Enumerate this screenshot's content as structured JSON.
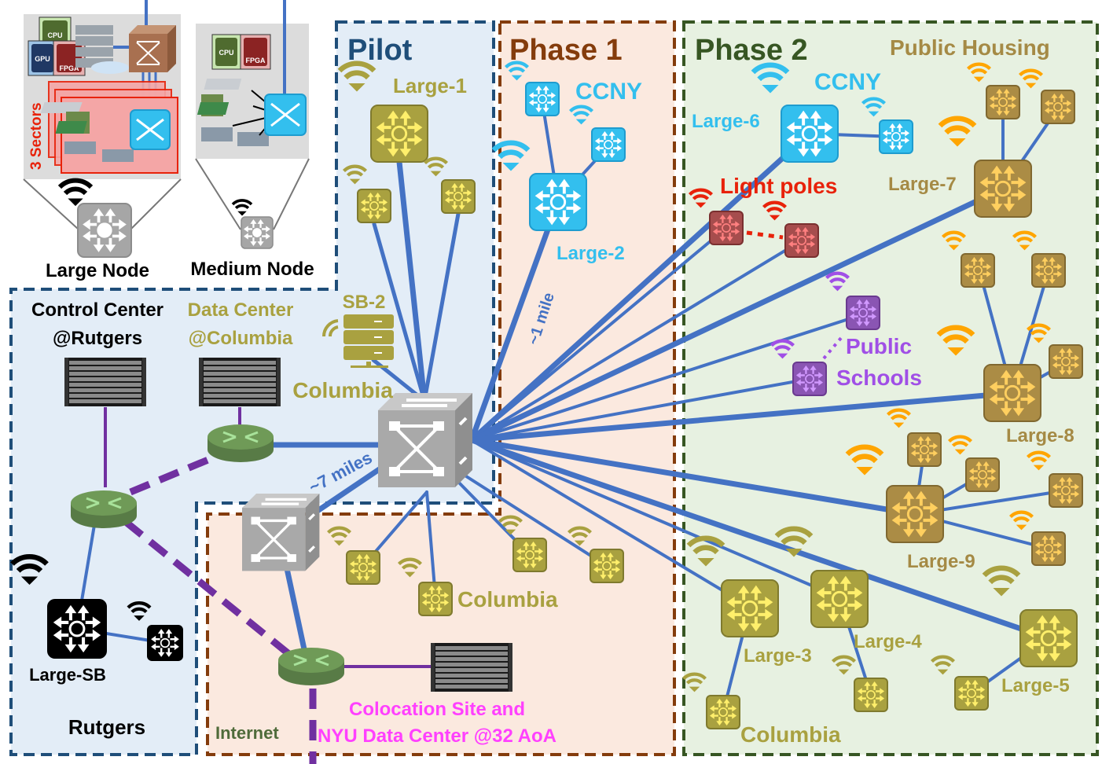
{
  "colors": {
    "link": "#4472c4",
    "purple_link": "#7030a0",
    "pilot_border": "#1f4e79",
    "pilot_fill": "#e3edf7",
    "phase1_border": "#843c0c",
    "phase1_fill": "#fbe9df",
    "phase2_border": "#375623",
    "phase2_fill": "#e7f1e1",
    "olive_node": "#a9a140",
    "olive_arrow": "#ffef6b",
    "olive_text": "#a9a140",
    "ccny_node": "#33bfee",
    "ccny_text": "#33bfee",
    "housing_node": "#ab8c45",
    "housing_arrow": "#ffcf5f",
    "housing_wifi": "#ffa500",
    "housing_text": "#a58a45",
    "lightpole_node": "#a64d4d",
    "lightpole_arrow": "#ff8080",
    "lightpole_text": "#e8220a",
    "school_node": "#8a55b3",
    "school_arrow": "#d199ff",
    "school_text": "#a04fe6",
    "sb_node": "#000000",
    "colocation_text": "#ff40ff",
    "internet_text": "#4f6b3a",
    "sectors_text": "#e8220a"
  },
  "regions": {
    "pilot": {
      "title": "Pilot"
    },
    "phase1": {
      "title": "Phase 1"
    },
    "phase2": {
      "title": "Phase 2"
    },
    "rutgers": {
      "title": "Rutgers"
    }
  },
  "legend": {
    "large_node": "Large Node",
    "medium_node": "Medium Node",
    "sectors": "3 Sectors",
    "chips": {
      "cpu": "CPU",
      "gpu": "GPU",
      "fpga": "FPGA"
    }
  },
  "labels": {
    "control_center_1": "Control Center",
    "control_center_2": "@Rutgers",
    "data_center_1": "Data Center",
    "data_center_2": "@Columbia",
    "sb2": "SB-2",
    "columbia_pilot": "Columbia",
    "large1": "Large-1",
    "phase1_ccny": "CCNY",
    "large2": "Large-2",
    "one_mile": "~1 mile",
    "seven_miles": "~7 miles",
    "columbia_phase1": "Columbia",
    "colocation_1": "Colocation Site and",
    "colocation_2": "NYU Data Center @32 AoA",
    "internet": "Internet",
    "large_sb": "Large-SB",
    "phase2_ccny": "CCNY",
    "large6": "Large-6",
    "public_housing": "Public Housing",
    "light_poles": "Light poles",
    "large7": "Large-7",
    "public_schools_1": "Public",
    "public_schools_2": "Schools",
    "large8": "Large-8",
    "large9": "Large-9",
    "large3": "Large-3",
    "large4": "Large-4",
    "large5": "Large-5",
    "columbia_phase2": "Columbia"
  }
}
